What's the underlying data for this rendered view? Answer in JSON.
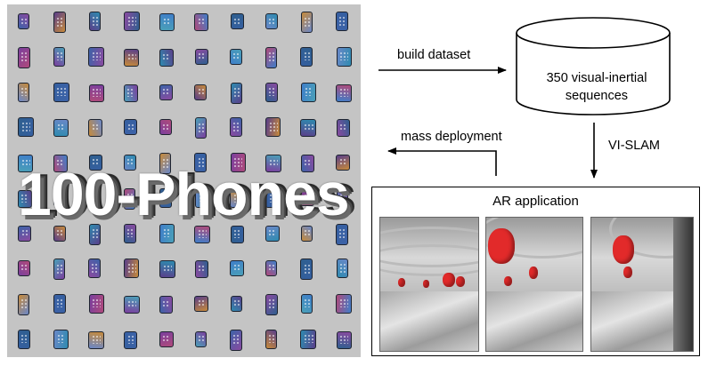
{
  "left_panel": {
    "title": "100-Phones",
    "phone_colors": [
      "#3d63a8",
      "#5a3f8a",
      "#2e8bb0",
      "#8a4aa0",
      "#3f7ec9",
      "#b04a7a",
      "#2f5f8f",
      "#6a88c8",
      "#c78a3a",
      "#355fa0",
      "#7b3f9e",
      "#4aa0b8"
    ]
  },
  "edges": {
    "build_dataset": "build dataset",
    "mass_deployment": "mass deployment",
    "vi_slam": "VI-SLAM"
  },
  "dataset_node": {
    "line1": "350 visual-inertial",
    "line2": "sequences"
  },
  "ar_node": {
    "title": "AR application"
  }
}
